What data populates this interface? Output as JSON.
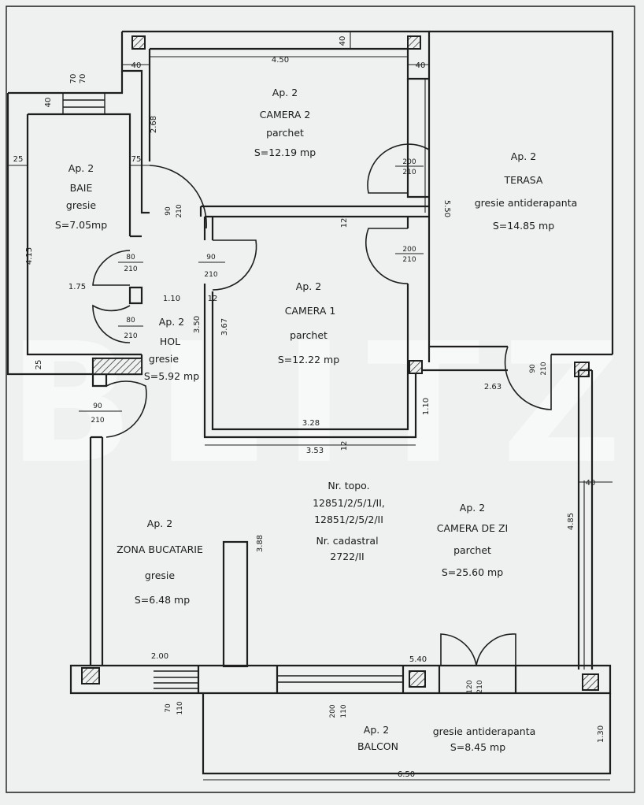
{
  "watermark": "BLITZ",
  "rooms": {
    "camera2": {
      "ap": "Ap. 2",
      "name": "CAMERA 2",
      "floor": "parchet",
      "area": "S=12.19 mp"
    },
    "baie": {
      "ap": "Ap. 2",
      "name": "BAIE",
      "floor": "gresie",
      "area": "S=7.05mp"
    },
    "terasa": {
      "ap": "Ap. 2",
      "name": "TERASA",
      "floor": "gresie antiderapanta",
      "area": "S=14.85 mp"
    },
    "hol": {
      "ap": "Ap. 2",
      "name": "HOL",
      "floor": "gresie",
      "area": "S=5.92 mp"
    },
    "camera1": {
      "ap": "Ap. 2",
      "name": "CAMERA 1",
      "floor": "parchet",
      "area": "S=12.22 mp"
    },
    "zona_bucatarie": {
      "ap": "Ap. 2",
      "name": "ZONA BUCATARIE",
      "floor": "gresie",
      "area": "S=6.48 mp"
    },
    "camera_de_zi": {
      "ap": "Ap. 2",
      "name": "CAMERA DE ZI",
      "floor": "parchet",
      "area": "S=25.60 mp"
    },
    "balcon": {
      "ap": "Ap. 2",
      "name": "BALCON",
      "floor": "gresie antiderapanta",
      "area": "S=8.45 mp"
    }
  },
  "cadastral": {
    "topo_label": "Nr. topo.",
    "topo_1": "12851/2/5/1/II,",
    "topo_2": "12851/2/5/2/II",
    "cad_label": "Nr. cadastral",
    "cad_value": "2722/II"
  },
  "dimensions": {
    "d450": "4.50",
    "d40a": "40",
    "d40b": "40",
    "d40c": "40",
    "d40d": "40",
    "d70": "70",
    "d70b": "70",
    "d268": "2.68",
    "d25a": "25",
    "d75": "75",
    "d415": "4.15",
    "d175": "1.75",
    "d110a": "1.10",
    "d25b": "25",
    "d350": "3.50",
    "d367": "3.67",
    "d328": "3.28",
    "d353": "3.53",
    "d12a": "12",
    "d12b": "12",
    "d12c": "12",
    "d550": "5.50",
    "d263": "2.63",
    "d110b": "1.10",
    "d485": "4.85",
    "d388": "3.88",
    "d200": "2.00",
    "d540": "5.40",
    "d130": "1.30",
    "d650": "6.50"
  },
  "door_labels": {
    "baie_w": "80",
    "baie_h": "210",
    "hol_w": "80",
    "hol_h": "210",
    "c1_w": "90",
    "c1_h": "210",
    "c2_w": "90",
    "c2_h": "210",
    "ter1_w": "200",
    "ter1_h": "210",
    "ter2_w": "200",
    "ter2_h": "210",
    "entry_w": "90",
    "entry_h": "210",
    "terdoor_w": "90",
    "terdoor_h": "210",
    "balc_w": "120",
    "balc_h": "210",
    "win1_w": "70",
    "win1_h": "110",
    "win2_w": "200",
    "win2_h": "110"
  }
}
